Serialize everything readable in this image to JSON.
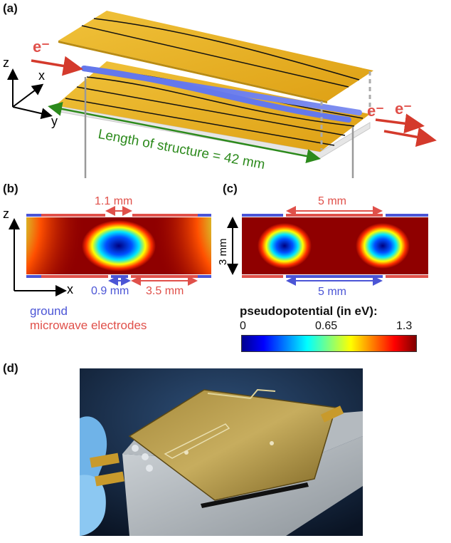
{
  "panels": {
    "a": "(a)",
    "b": "(b)",
    "c": "(c)",
    "d": "(d)"
  },
  "panel_a": {
    "electron_in": "e⁻",
    "electron_out_1": "e⁻",
    "electron_out_2": "e⁻",
    "axis_x": "x",
    "axis_y": "y",
    "axis_z": "z",
    "length_label": "Length of structure = 42 mm"
  },
  "panel_b": {
    "top_gap": "1.1 mm",
    "bottom_gap": "0.9 mm",
    "bottom_width": "3.5 mm",
    "axis_z": "z",
    "axis_x": "x"
  },
  "panel_c": {
    "top_width": "5 mm",
    "bottom_width": "5 mm",
    "height": "3 mm"
  },
  "legend": {
    "ground": "ground",
    "microwave": "microwave electrodes"
  },
  "colorbar": {
    "title": "pseudopotential (in eV):",
    "ticks": [
      "0",
      "0.65",
      "1.3"
    ],
    "colors": [
      "#00008f",
      "#0000ff",
      "#007fff",
      "#00ffff",
      "#7fff7f",
      "#ffff00",
      "#ff7f00",
      "#ff0000",
      "#7f0000"
    ]
  },
  "colors": {
    "gold": "#e9b21f",
    "ground_blue": "#4b55d6",
    "electrode_red": "#e0504a",
    "green": "#2c8a1c",
    "dark_red": "#8f0000"
  }
}
